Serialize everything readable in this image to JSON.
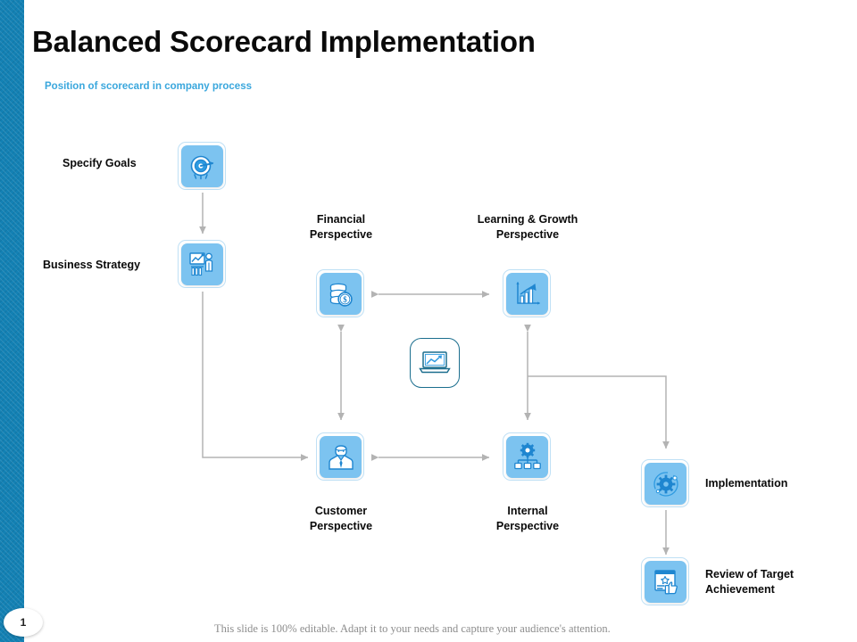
{
  "slide": {
    "title": "Balanced Scorecard Implementation",
    "subtitle": "Position of scorecard in company process",
    "page_number": "1",
    "footer_note": "This slide is 100% editable. Adapt it to your needs and capture your audience's attention.",
    "accent_band_color": "#1381b4",
    "subtitle_color": "#3aa7dd",
    "tile_fill_color": "#7cc3f0",
    "tile_frame_color": "#bfe0f5",
    "connector_color": "#b3b3b3",
    "center_tile_outline_color": "#1b6e8e"
  },
  "nodes": [
    {
      "id": "specify-goals",
      "label": "Specify Goals",
      "icon": "target-icon",
      "label_position": "left"
    },
    {
      "id": "business-strategy",
      "label": "Business Strategy",
      "icon": "presentation-icon",
      "label_position": "left"
    },
    {
      "id": "financial",
      "label": "Financial\nPerspective",
      "icon": "coins-dollar-icon",
      "label_position": "above"
    },
    {
      "id": "learning-growth",
      "label": "Learning & Growth\nPerspective",
      "icon": "growth-chart-icon",
      "label_position": "above"
    },
    {
      "id": "scorecard-center",
      "label": "",
      "icon": "laptop-chart-icon",
      "label_position": "none"
    },
    {
      "id": "customer",
      "label": "Customer\nPerspective",
      "icon": "user-tie-icon",
      "label_position": "below"
    },
    {
      "id": "internal",
      "label": "Internal\nPerspective",
      "icon": "gear-hierarchy-icon",
      "label_position": "below"
    },
    {
      "id": "implementation",
      "label": "Implementation",
      "icon": "gear-orbit-icon",
      "label_position": "right"
    },
    {
      "id": "review-target",
      "label": "Review of Target\nAchievement",
      "icon": "report-thumbsup-icon",
      "label_position": "right"
    }
  ],
  "connections": [
    {
      "from": "specify-goals",
      "to": "business-strategy",
      "style": "single-arrow-down"
    },
    {
      "from": "business-strategy",
      "to": "customer",
      "style": "elbow-arrow-right"
    },
    {
      "from": "financial",
      "to": "learning-growth",
      "style": "double-arrow-horizontal"
    },
    {
      "from": "financial",
      "to": "customer",
      "style": "double-arrow-vertical"
    },
    {
      "from": "learning-growth",
      "to": "internal",
      "style": "double-arrow-vertical"
    },
    {
      "from": "customer",
      "to": "internal",
      "style": "double-arrow-horizontal"
    },
    {
      "from": "learning-growth",
      "to": "implementation",
      "style": "elbow-arrow-down"
    },
    {
      "from": "implementation",
      "to": "review-target",
      "style": "single-arrow-down"
    }
  ]
}
